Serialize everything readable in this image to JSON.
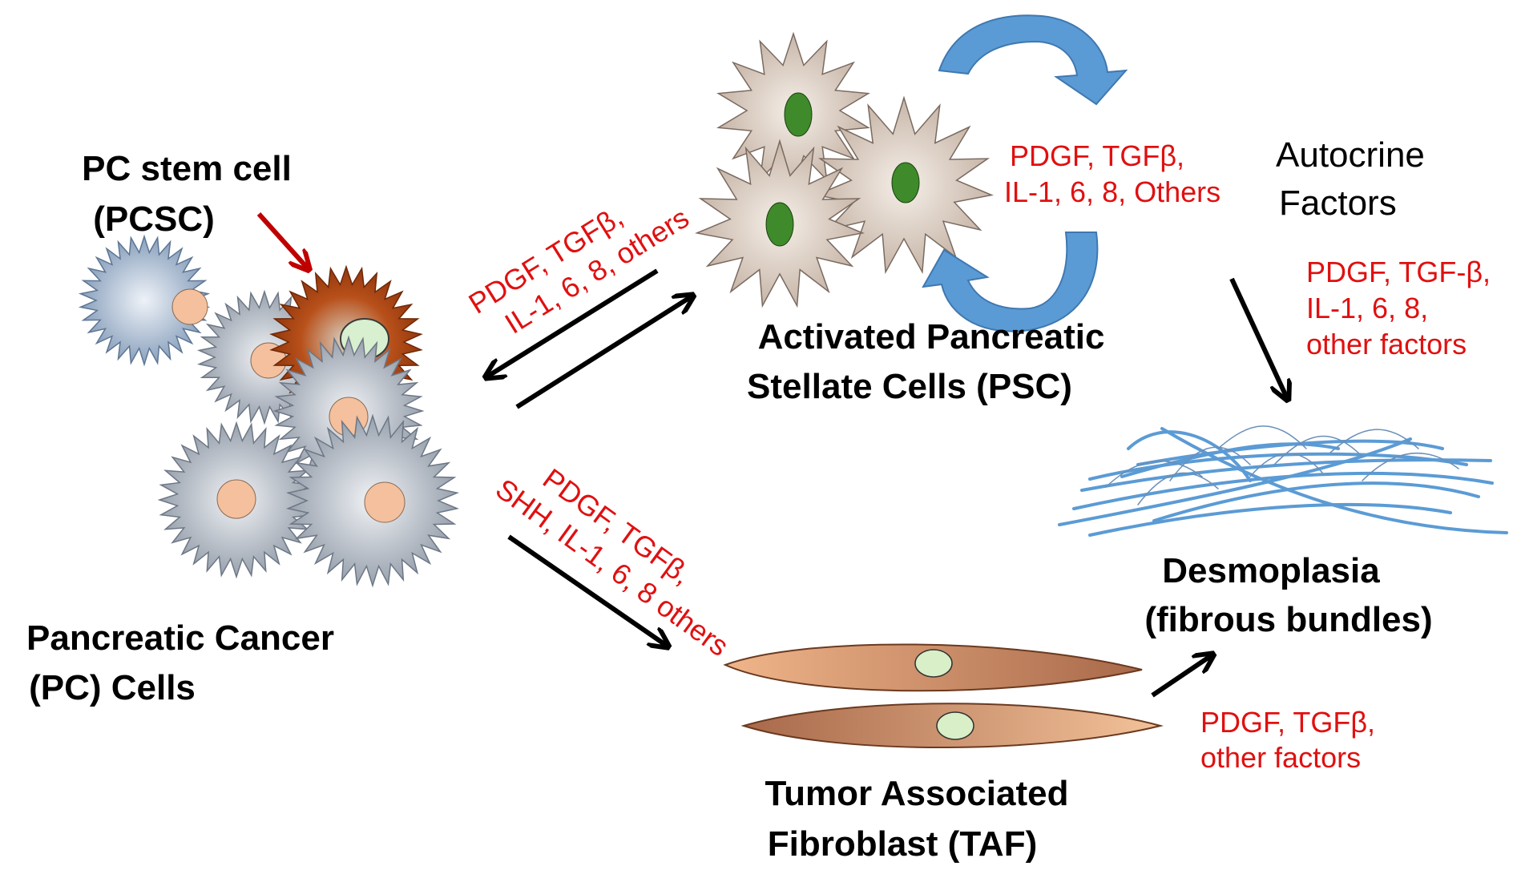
{
  "labels": {
    "pcsc_line1": "PC stem cell",
    "pcsc_line2": "(PCSC)",
    "pc_cells_line1": "Pancreatic Cancer",
    "pc_cells_line2": "(PC) Cells",
    "psc_line1": "Activated Pancreatic",
    "psc_line2": "Stellate Cells (PSC)",
    "autocrine_line1": "Autocrine",
    "autocrine_line2": "Factors",
    "desmo_line1": "Desmoplasia",
    "desmo_line2": "(fibrous bundles)",
    "taf_line1": "Tumor Associated",
    "taf_line2": "Fibroblast (TAF)"
  },
  "factors": {
    "pc_to_psc_line1": "PDGF, TGFβ,",
    "pc_to_psc_line2": "IL-1, 6, 8, others",
    "autocrine_line1": "PDGF, TGFβ,",
    "autocrine_line2": "IL-1, 6, 8, Others",
    "psc_to_desmo_line1": "PDGF, TGF-β,",
    "psc_to_desmo_line2": "IL-1, 6, 8,",
    "psc_to_desmo_line3": "other factors",
    "pc_to_taf_line1": "PDGF, TGFβ,",
    "pc_to_taf_line2": "SHH, IL-1, 6, 8 others",
    "taf_to_desmo_line1": "PDGF, TGFβ,",
    "taf_to_desmo_line2": "other factors"
  },
  "colors": {
    "factor_text": "#e01010",
    "autocrine_arrow": "#5b9bd5",
    "stem_cell": "#b84a10",
    "stem_arrow": "#c00000",
    "psc_nucleus": "#3f8a2a",
    "fiber": "#5b9bd5"
  }
}
